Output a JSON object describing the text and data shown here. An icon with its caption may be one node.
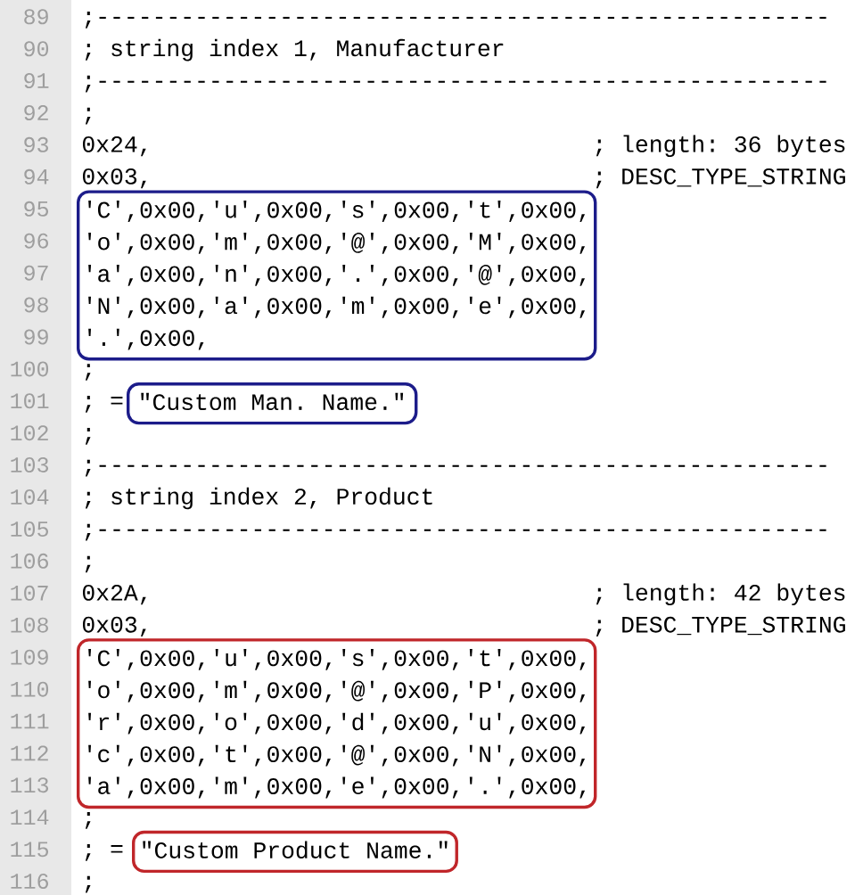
{
  "diagram": {
    "nodes": [
      {
        "text": [
          "'C',0x00,'u',0x00,'s',0x00,'t',0x00,",
          "'o',0x00,'m',0x00,'@',0x00,'M',0x00,",
          "'a',0x00,'n',0x00,'.',0x00,'@',0x00,",
          "'N',0x00,'a',0x00,'m',0x00,'e',0x00,",
          "'.',0x00,"
        ]
      },
      {
        "text": [
          "\"Custom Man. Name.\""
        ]
      },
      {
        "text": [
          "'C',0x00,'u',0x00,'s',0x00,'t',0x00,",
          "'o',0x00,'m',0x00,'@',0x00,'P',0x00,",
          "'r',0x00,'o',0x00,'d',0x00,'u',0x00,",
          "'c',0x00,'t',0x00,'@',0x00,'N',0x00,",
          "'a',0x00,'m',0x00,'e',0x00,'.',0x00,"
        ]
      },
      {
        "text": [
          "\"Custom Product Name.\""
        ]
      }
    ],
    "labels": [
      "89",
      ";----------------------------------------------------",
      "90",
      "; string index 1, Manufacturer",
      "91",
      ";----------------------------------------------------",
      "92",
      ";",
      "93",
      "0x24,",
      "; length: 36 bytes",
      "94",
      "0x03,",
      "; DESC_TYPE_STRING",
      "95",
      "96",
      "97",
      "98",
      "99",
      "100",
      ";",
      "101",
      "; =",
      "102",
      ";",
      "103",
      ";----------------------------------------------------",
      "104",
      "; string index 2, Product",
      "105",
      ";----------------------------------------------------",
      "106",
      ";",
      "107",
      "0x2A,",
      "; length: 42 bytes",
      "108",
      "0x03,",
      "; DESC_TYPE_STRING",
      "109",
      "110",
      "111",
      "112",
      "113",
      "114",
      ";",
      "115",
      "; =",
      "116",
      ";"
    ]
  }
}
